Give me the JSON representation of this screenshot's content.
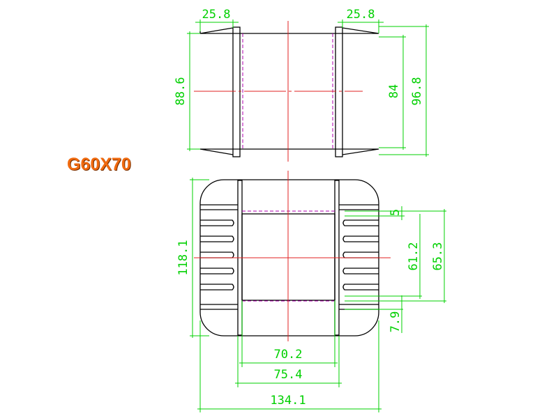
{
  "title": "G60X70",
  "colors": {
    "outline": "#000000",
    "centerline": "#e02020",
    "hidden": "#b000b0",
    "dimension": "#00d000"
  },
  "top_view": {
    "dims": {
      "flange_left": "25.8",
      "flange_right": "25.8",
      "height_left": "88.6",
      "inner_height": "84",
      "outer_height": "96.8"
    }
  },
  "bottom_view": {
    "dims": {
      "height": "118.1",
      "top_gap": "5",
      "inner": "61.2",
      "outer": "65.3",
      "bottom_gap": "7.9",
      "window_width": "70.2",
      "core_width": "75.4",
      "total_width": "134.1"
    }
  }
}
